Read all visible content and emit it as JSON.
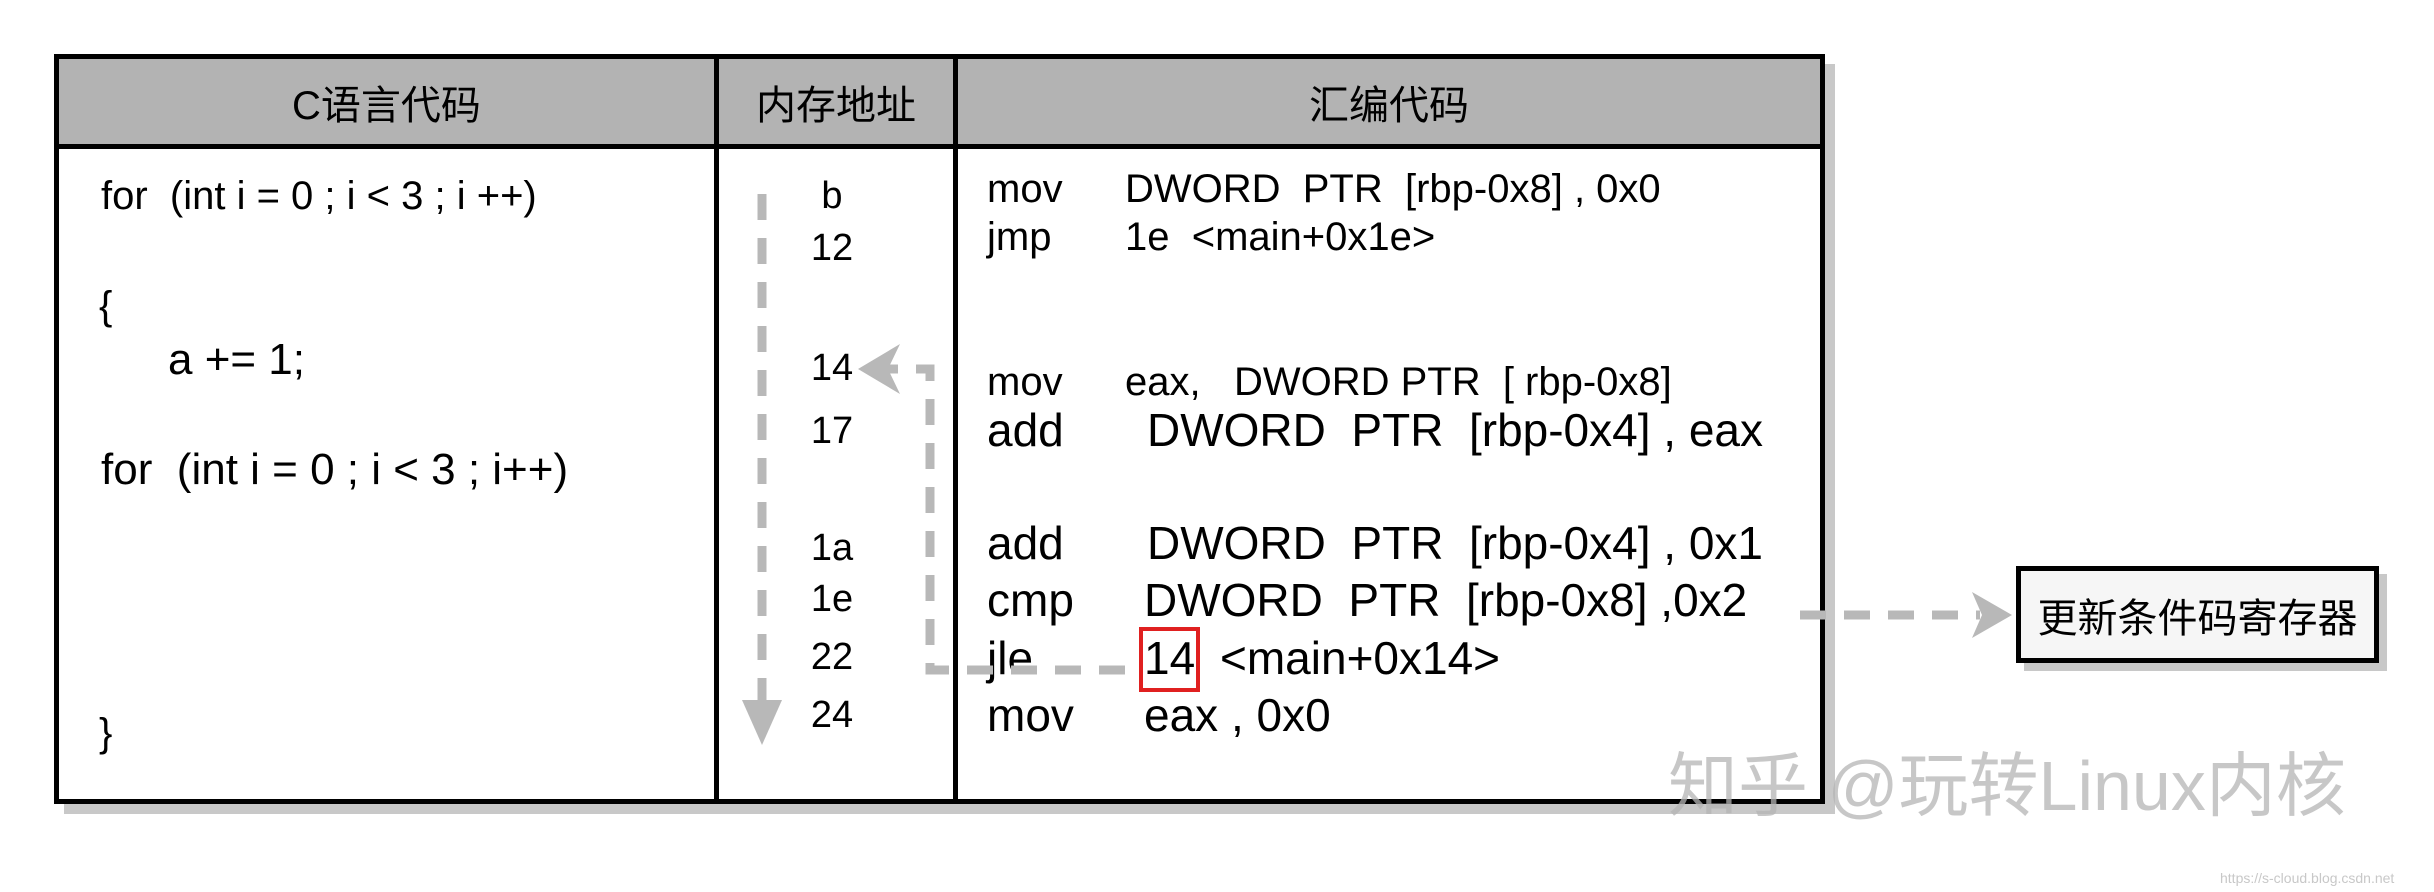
{
  "table": {
    "headers": {
      "c_code": "C语言代码",
      "address": "内存地址",
      "assembly": "汇编代码"
    },
    "c_code_lines": [
      "for  (int i = 0 ; i < 3 ; i ++)",
      "{",
      "a += 1;",
      "for  (int i = 0 ; i < 3 ; i++)",
      "}"
    ],
    "addresses": [
      "b",
      "12",
      "14",
      "17",
      "1a",
      "1e",
      "22",
      "24"
    ],
    "assembly": [
      {
        "op": "mov",
        "args": "DWORD  PTR  [rbp-0x8] , 0x0"
      },
      {
        "op": "jmp",
        "args": "1e  <main+0x1e>"
      },
      {
        "op": "mov",
        "args": "eax,   DWORD PTR  [ rbp-0x8]"
      },
      {
        "op": "add",
        "args": "DWORD  PTR  [rbp-0x4] , eax"
      },
      {
        "op": "add",
        "args": "DWORD  PTR  [rbp-0x4] , 0x1"
      },
      {
        "op": "cmp",
        "args": "DWORD  PTR  [rbp-0x8] ,0x2"
      },
      {
        "op": "jle",
        "target": "14",
        "args": "<main+0x14>"
      },
      {
        "op": "mov",
        "args": "eax , 0x0"
      }
    ]
  },
  "side_box": {
    "label": "更新条件码寄存器"
  },
  "watermark": {
    "text": "知乎 @玩转Linux内核",
    "url": "https://s-cloud.blog.csdn.net"
  },
  "colors": {
    "header_bg": "#b3b3b3",
    "arrow": "#b8b8b8",
    "highlight": "#e02020"
  }
}
